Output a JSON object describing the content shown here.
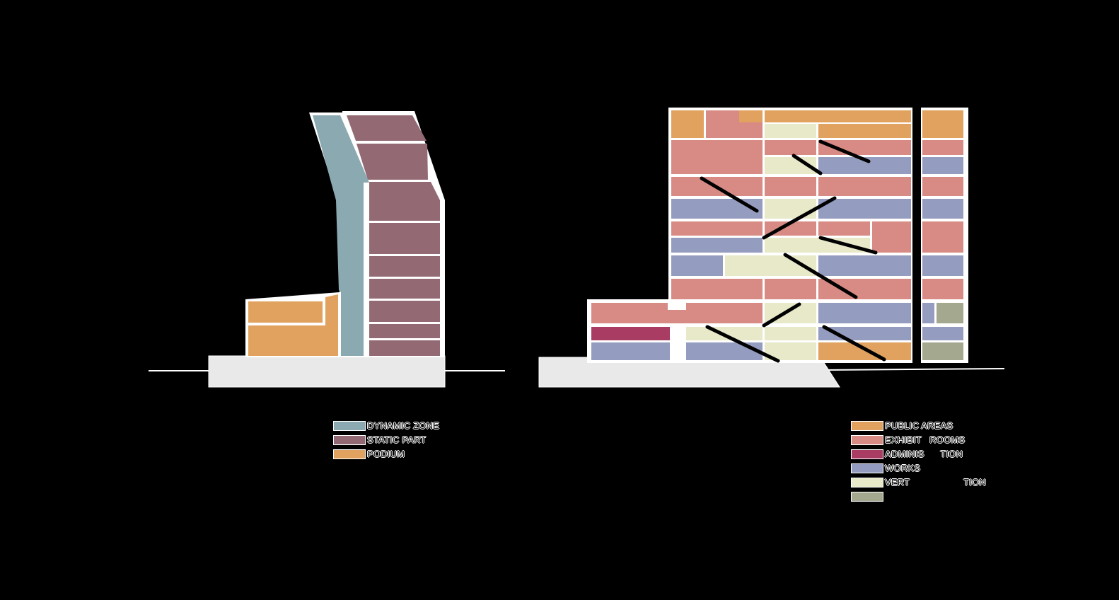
{
  "colors": {
    "dynamic_zone": "#8ba9b1",
    "static_part": "#936a74",
    "podium": "#e0a25e",
    "public_areas": "#e0a25e",
    "exhibition_rooms": "#d78b84",
    "administration": "#a83c62",
    "workshops": "#949cbf",
    "vertical_circulation": "#e7e9c8",
    "technical": "#a3a88f",
    "ground": "#e9e9e9",
    "outline": "#ffffff",
    "background": "#000000"
  },
  "left_legend": {
    "items": [
      {
        "label": "DYNAMIC ZONE",
        "color_key": "dynamic_zone"
      },
      {
        "label": "STATIC PART",
        "color_key": "static_part"
      },
      {
        "label": "PODIUM",
        "color_key": "podium"
      }
    ]
  },
  "right_legend": {
    "items": [
      {
        "label": "PUBLIC AREAS",
        "color_key": "public_areas"
      },
      {
        "label": "EXHIBIT   ROOMS",
        "color_key": "exhibition_rooms"
      },
      {
        "label": "ADMINIS      TION",
        "color_key": "administration"
      },
      {
        "label": "WORKS",
        "color_key": "workshops"
      },
      {
        "label": "VERT                    TION",
        "color_key": "vertical_circulation"
      },
      {
        "label": "",
        "color_key": "technical"
      }
    ]
  }
}
